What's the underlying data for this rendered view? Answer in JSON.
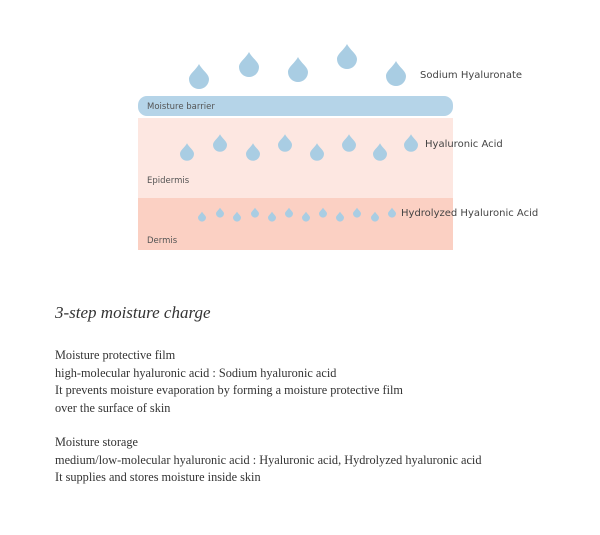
{
  "diagram": {
    "labels": {
      "moisture_barrier": "Moisture barrier",
      "epidermis": "Epidermis",
      "dermis": "Dermis"
    },
    "right_labels": {
      "sodium": "Sodium Hyaluronate",
      "hyaluronic": "Hyaluronic Acid",
      "hydrolyzed": "Hydrolyzed Hyaluronic Acid"
    },
    "colors": {
      "drop": "#a9cde3",
      "barrier": "#b5d4e8",
      "epidermis": "#fde7e1",
      "dermis": "#fbd0c3"
    },
    "icons": [
      "water-drop-icon"
    ]
  },
  "text": {
    "heading": "3-step moisture charge",
    "block1": [
      "Moisture protective film",
      "high-molecular hyaluronic acid : Sodium hyaluronic acid",
      "It prevents moisture evaporation by forming a moisture protective film",
      "over the surface of skin"
    ],
    "block2": [
      "Moisture storage",
      "medium/low-molecular hyaluronic acid : Hyaluronic acid, Hydrolyzed hyaluronic acid",
      "It supplies and stores moisture inside skin"
    ]
  }
}
